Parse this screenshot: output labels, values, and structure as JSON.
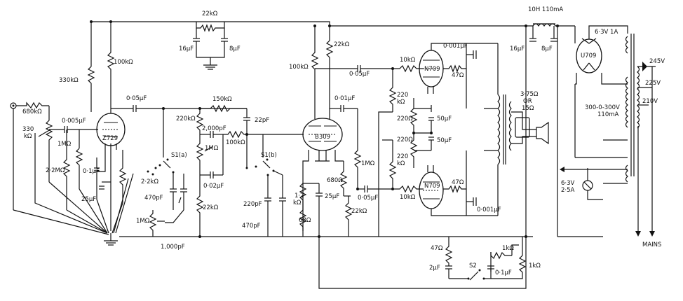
{
  "labels": {
    "r_22k_top": "22kΩ",
    "c_16uf_top": "16μF",
    "c_8uf_top": "8μF",
    "choke": "10H 110mA",
    "c_16uf_psu": "16μF",
    "c_8uf_psu": "8μF",
    "heater_top": "6·3V 1A",
    "v_245": "245V",
    "v_225": "225V",
    "v_210": "210V",
    "transformer": "300-0-300V",
    "transformer_ma": "110mA",
    "heater_lamp": "6·3V",
    "heater_lamp_a": "2·5A",
    "mains": "MAINS",
    "r_330k": "330kΩ",
    "r_100k_a": "100kΩ",
    "r_680k": "680kΩ",
    "r_330k_pot": "330",
    "r_330k_pot2": "kΩ",
    "c_0005": "0·005μF",
    "r_1m_a": "1MΩ",
    "c_005_a": "0·05μF",
    "v1": "Z729",
    "r_22m": "2·2MΩ",
    "c_01uf": "0·1μF",
    "c_25uf_a": "25μF",
    "r_22k_cath": "2·2kΩ",
    "c_470pf_a": "470pF",
    "r_1m_b": "1MΩ",
    "c_1000pf": "1,000pF",
    "s1a": "S1(a)",
    "r_220k_a": "220kΩ",
    "c_2000pf": "2,000pF",
    "r_1m_c": "1MΩ",
    "c_002uf": "0·02μF",
    "r_22k_b": "22kΩ",
    "r_150k": "150kΩ",
    "r_100k_b": "100kΩ",
    "c_22pf": "22pF",
    "s1b": "S1(b)",
    "c_220pf": "220pF",
    "c_470pf_b": "470pF",
    "r_100k_c": "100kΩ",
    "r_22k_c": "22kΩ",
    "v2": "B309",
    "c_001uf_a": "0·01μF",
    "c_005_b": "0·05μF",
    "r_1m_d": "1MΩ",
    "r_680": "680Ω",
    "r_12k": "1·2",
    "r_12k2": "kΩ",
    "c_25uf_b": "25μF",
    "r_68": "68Ω",
    "c_005_c": "0·05μF",
    "r_22k_d": "22kΩ",
    "r_220k_b1": "220",
    "r_220k_b2": "kΩ",
    "r_220_a": "220Ω",
    "r_220_b": "220Ω",
    "r_220k_c1": "220",
    "r_220k_c2": "kΩ",
    "c_50uf_a": "50μF",
    "c_50uf_b": "50μF",
    "r_10k_a": "10kΩ",
    "r_10k_b": "10kΩ",
    "v3": "N709",
    "v4": "N709",
    "c_0001_a": "0·001μF",
    "c_0001_b": "0·001μF",
    "r_47_a": "47Ω",
    "r_47_b": "47Ω",
    "spk": "3·75Ω",
    "spk_or": "OR",
    "spk_15": "15Ω",
    "rect": "U709",
    "r_47_c": "47Ω",
    "c_2uf": "2μF",
    "s2": "S2",
    "r_1k_a": "1kΩ",
    "r_1k_b": "1kΩ",
    "c_01uf_b": "0·1μF"
  }
}
